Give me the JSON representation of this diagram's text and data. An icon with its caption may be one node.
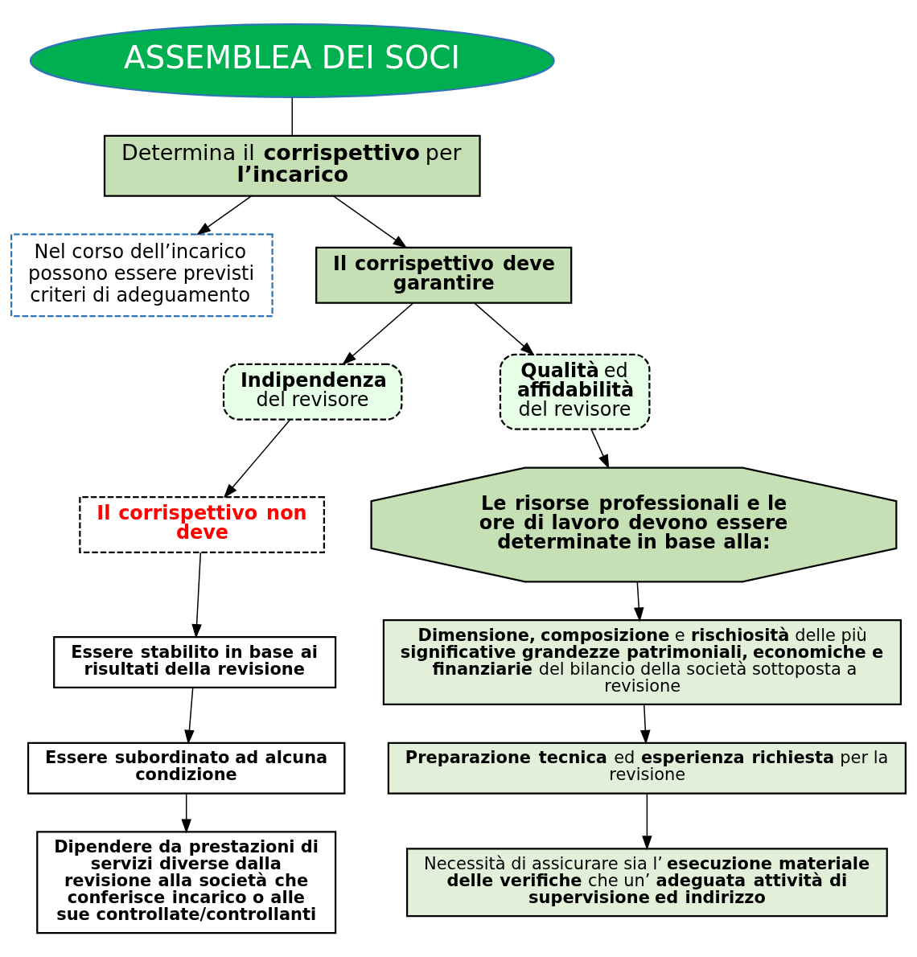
{
  "diagram": {
    "nodes": [
      {
        "text": [
          "ASSEMBLEA DEI SOCI"
        ]
      },
      {
        "text": [
          "Determina il **corrispettivo** per **l’incarico**"
        ]
      },
      {
        "text": [
          "Nel corso dell’incarico possono essere previsti criteri di adeguamento"
        ]
      },
      {
        "text": [
          "Il corrispettivo deve garantire"
        ]
      },
      {
        "text": [
          "**Indipendenza** del revisore"
        ]
      },
      {
        "text": [
          "**Qualità** ed **affidabilità** del revisore"
        ]
      },
      {
        "text": [
          "Il corrispettivo non deve"
        ]
      },
      {
        "text": [
          "Essere stabilito in base ai risultati della revisione"
        ]
      },
      {
        "text": [
          "Essere subordinato ad alcuna condizione"
        ]
      },
      {
        "text": [
          "Dipendere da prestazioni di servizi diverse dalla revisione alla società che conferisce incarico o alle sue controllate/controllanti"
        ]
      },
      {
        "text": [
          "Le risorse professionali e le ore di lavoro devono essere determinate in base alla:"
        ]
      },
      {
        "text": [
          "**Dimensione, composizione** e **rischiosità** delle più **significative grandezze patrimoniali, economiche e finanziarie** del bilancio della società sottoposta a revisione"
        ]
      },
      {
        "text": [
          "**Preparazione tecnica** ed **esperienza richiesta** per la revisione"
        ]
      },
      {
        "text": [
          "Necessità di assicurare sia l’**esecuzione materiale delle verifiche** che un’**adeguata attività di supervisione ed indirizzo**"
        ]
      }
    ],
    "edges": [
      {
        "from": 0,
        "to": 1,
        "arrow": "none"
      },
      {
        "from": 1,
        "to": 3,
        "arrow": "to"
      },
      {
        "from": 1,
        "to": 2,
        "arrow": "to"
      },
      {
        "from": 3,
        "to": 4,
        "arrow": "to"
      },
      {
        "from": 3,
        "to": 5,
        "arrow": "to"
      },
      {
        "from": 4,
        "to": 6,
        "arrow": "to"
      },
      {
        "from": 6,
        "to": 7,
        "arrow": "to"
      },
      {
        "from": 7,
        "to": 8,
        "arrow": "to"
      },
      {
        "from": 8,
        "to": 9,
        "arrow": "to"
      },
      {
        "from": 5,
        "to": 10,
        "arrow": "to"
      },
      {
        "from": 10,
        "to": 11,
        "arrow": "to"
      },
      {
        "from": 11,
        "to": 12,
        "arrow": "to"
      },
      {
        "from": 12,
        "to": 13,
        "arrow": "to"
      }
    ]
  }
}
